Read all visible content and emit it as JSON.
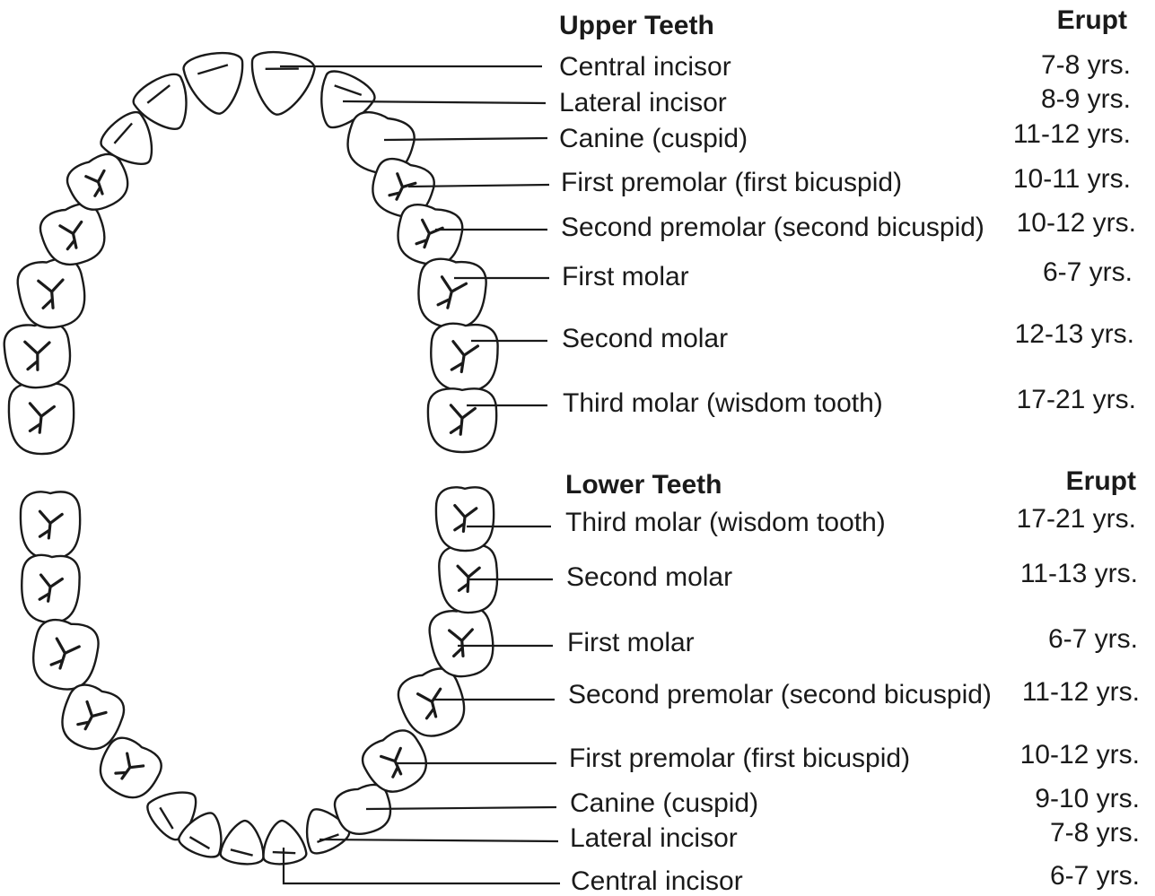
{
  "upper": {
    "heading": "Upper Teeth",
    "erupt_heading": "Erupt",
    "teeth": [
      {
        "name": "Central incisor",
        "erupt": "7-8 yrs."
      },
      {
        "name": "Lateral incisor",
        "erupt": "8-9 yrs."
      },
      {
        "name": "Canine (cuspid)",
        "erupt": "11-12 yrs."
      },
      {
        "name": "First premolar (first bicuspid)",
        "erupt": "10-11 yrs."
      },
      {
        "name": "Second premolar (second bicuspid)",
        "erupt": "10-12 yrs."
      },
      {
        "name": "First molar",
        "erupt": "6-7 yrs."
      },
      {
        "name": "Second molar",
        "erupt": "12-13 yrs."
      },
      {
        "name": "Third molar (wisdom tooth)",
        "erupt": "17-21 yrs."
      }
    ]
  },
  "lower": {
    "heading": "Lower Teeth",
    "erupt_heading": "Erupt",
    "teeth": [
      {
        "name": "Third molar (wisdom tooth)",
        "erupt": "17-21 yrs."
      },
      {
        "name": "Second molar",
        "erupt": "11-13 yrs."
      },
      {
        "name": "First molar",
        "erupt": "6-7 yrs."
      },
      {
        "name": "Second premolar (second bicuspid)",
        "erupt": "11-12 yrs."
      },
      {
        "name": "First premolar (first bicuspid)",
        "erupt": "10-12 yrs."
      },
      {
        "name": "Canine (cuspid)",
        "erupt": "9-10 yrs."
      },
      {
        "name": "Lateral incisor",
        "erupt": "7-8 yrs."
      },
      {
        "name": "Central incisor",
        "erupt": "6-7 yrs."
      }
    ]
  }
}
